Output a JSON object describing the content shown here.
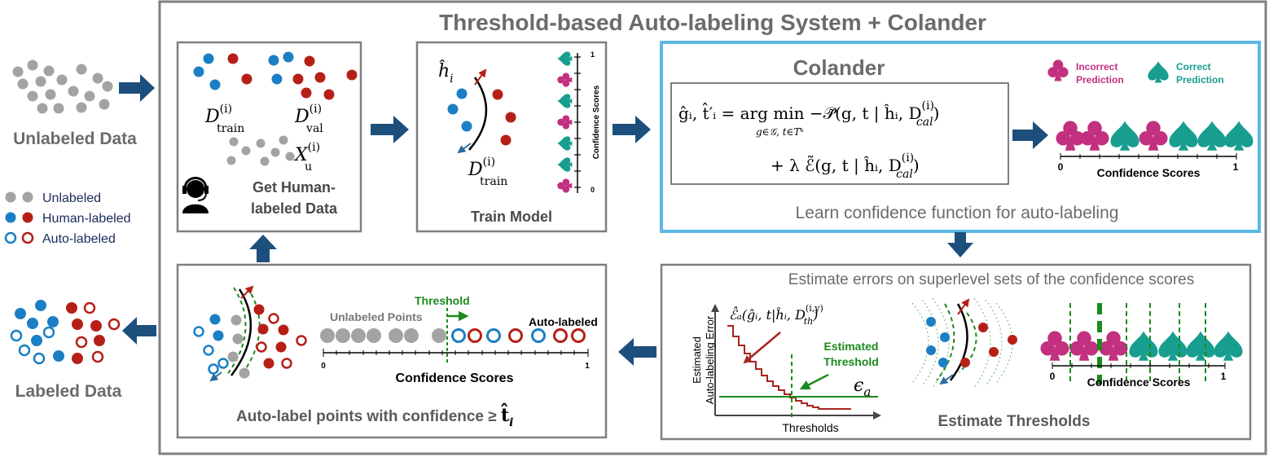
{
  "title": "Threshold-based Auto-labeling System + Colander",
  "left_panel": {
    "unlabeled_data_label": "Unlabeled Data",
    "labeled_data_label": "Labeled Data",
    "legend": {
      "unlabeled": "Unlabeled",
      "human_labeled": "Human-labeled",
      "auto_labeled": "Auto-labeled"
    }
  },
  "human_box": {
    "d_train": "D",
    "d_train_sup": "(i)",
    "d_train_sub": "train",
    "d_val": "D",
    "d_val_sup": "(i)",
    "d_val_sub": "val",
    "x_u": "X",
    "x_u_sup": "(i)",
    "x_u_sub": "u",
    "caption_line1": "Get Human-",
    "caption_line2": "labeled Data"
  },
  "train_box": {
    "h_hat": "ĥ",
    "h_sub": "i",
    "d_train": "D",
    "d_train_sup": "(i)",
    "d_train_sub": "train",
    "axis_label": "Confidence Scores",
    "axis_top": "1",
    "axis_bottom": "0",
    "caption": "Train Model"
  },
  "colander_box": {
    "heading": "Colander",
    "eq_line1": "ĝᵢ, t̂′ᵢ = arg min −𝒫̃(g, t | ĥᵢ, D",
    "eq_line1_sup": "(i)",
    "eq_line1_sub": "cal",
    "eq_line1_close": ")",
    "eq_argmin_sub": "g∈𝒢, t∈Tᵏ",
    "eq_line2": "+ λ ℰ̃(g, t | ĥᵢ, D",
    "eq_line2_sup": "(i)",
    "eq_line2_sub": "cal",
    "eq_line2_close": ")",
    "caption": "Learn confidence function for auto-labeling",
    "legend_incorrect_line1": "Incorrect",
    "legend_incorrect_line2": "Prediction",
    "legend_correct_line1": "Correct",
    "legend_correct_line2": "Prediction",
    "axis_min": "0",
    "axis_max": "1",
    "axis_label": "Confidence Scores"
  },
  "threshold_box": {
    "header": "Estimate errors on superlevel sets of the confidence scores",
    "y_axis_line1": "Estimated",
    "y_axis_line2": "Auto-labeling Error",
    "x_axis": "Thresholds",
    "est_label": "ℰ̂ₐ(ĝᵢ, t|ĥᵢ, D",
    "est_sup": "(i,y)",
    "est_sub": "th",
    "est_close": ")",
    "estimated_line1": "Estimated",
    "estimated_line2": "Threshold",
    "epsilon": "ϵ",
    "epsilon_sub": "a",
    "axis_min": "0",
    "axis_max": "1",
    "axis_label": "Confidence Scores",
    "caption": "Estimate Thresholds"
  },
  "auto_box": {
    "threshold_label": "Threshold",
    "unlabeled_points": "Unlabeled Points",
    "auto_labeled": "Auto-labeled",
    "axis_min": "0",
    "axis_max": "1",
    "axis_label": "Confidence Scores",
    "caption": "Auto-label points with confidence ≥ ",
    "caption_math": "t̂",
    "caption_sub": "i"
  },
  "colors": {
    "blue": "#1a7fc4",
    "red": "#b61f18",
    "gray": "#a3a3a3",
    "arrow": "#1d4f7c",
    "green": "#1c8a1c",
    "magenta": "#c2307f",
    "teal": "#179e8f",
    "colander_border": "#5cb8e6",
    "box_border": "#7f7f7f",
    "title": "#6b6b6b"
  }
}
